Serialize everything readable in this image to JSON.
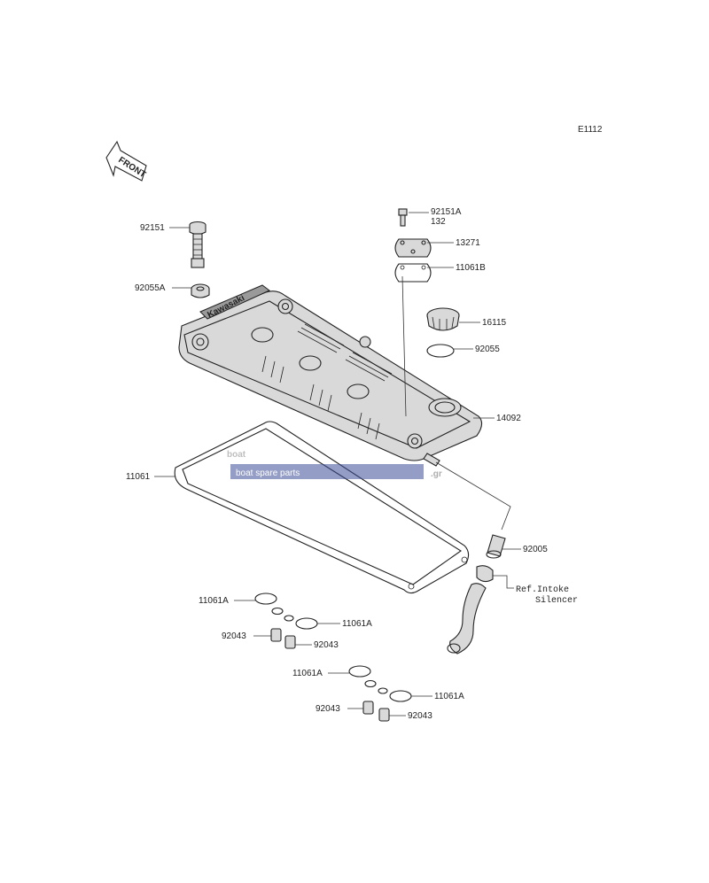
{
  "diagram": {
    "code": "E1112",
    "front_label": "FRONT",
    "brand_on_cover": "Kawasaki",
    "watermark": {
      "main": "boat",
      "tagline": "boat spare parts",
      "suffix": ".gr"
    },
    "reference_note": "Ref.Intoke\nSilencer",
    "labels": {
      "l92151": "92151",
      "l92055A": "92055A",
      "l92151A": "92151A",
      "l132": "132",
      "l13271": "13271",
      "l11061B": "11061B",
      "l16115": "16115",
      "l92055": "92055",
      "l14092": "14092",
      "l11061": "11061",
      "l92005": "92005",
      "l11061A_1": "11061A",
      "l11061A_2": "11061A",
      "l92043_1": "92043",
      "l92043_2": "92043",
      "l11061A_3": "11061A",
      "l11061A_4": "11061A",
      "l92043_3": "92043",
      "l92043_4": "92043"
    }
  }
}
